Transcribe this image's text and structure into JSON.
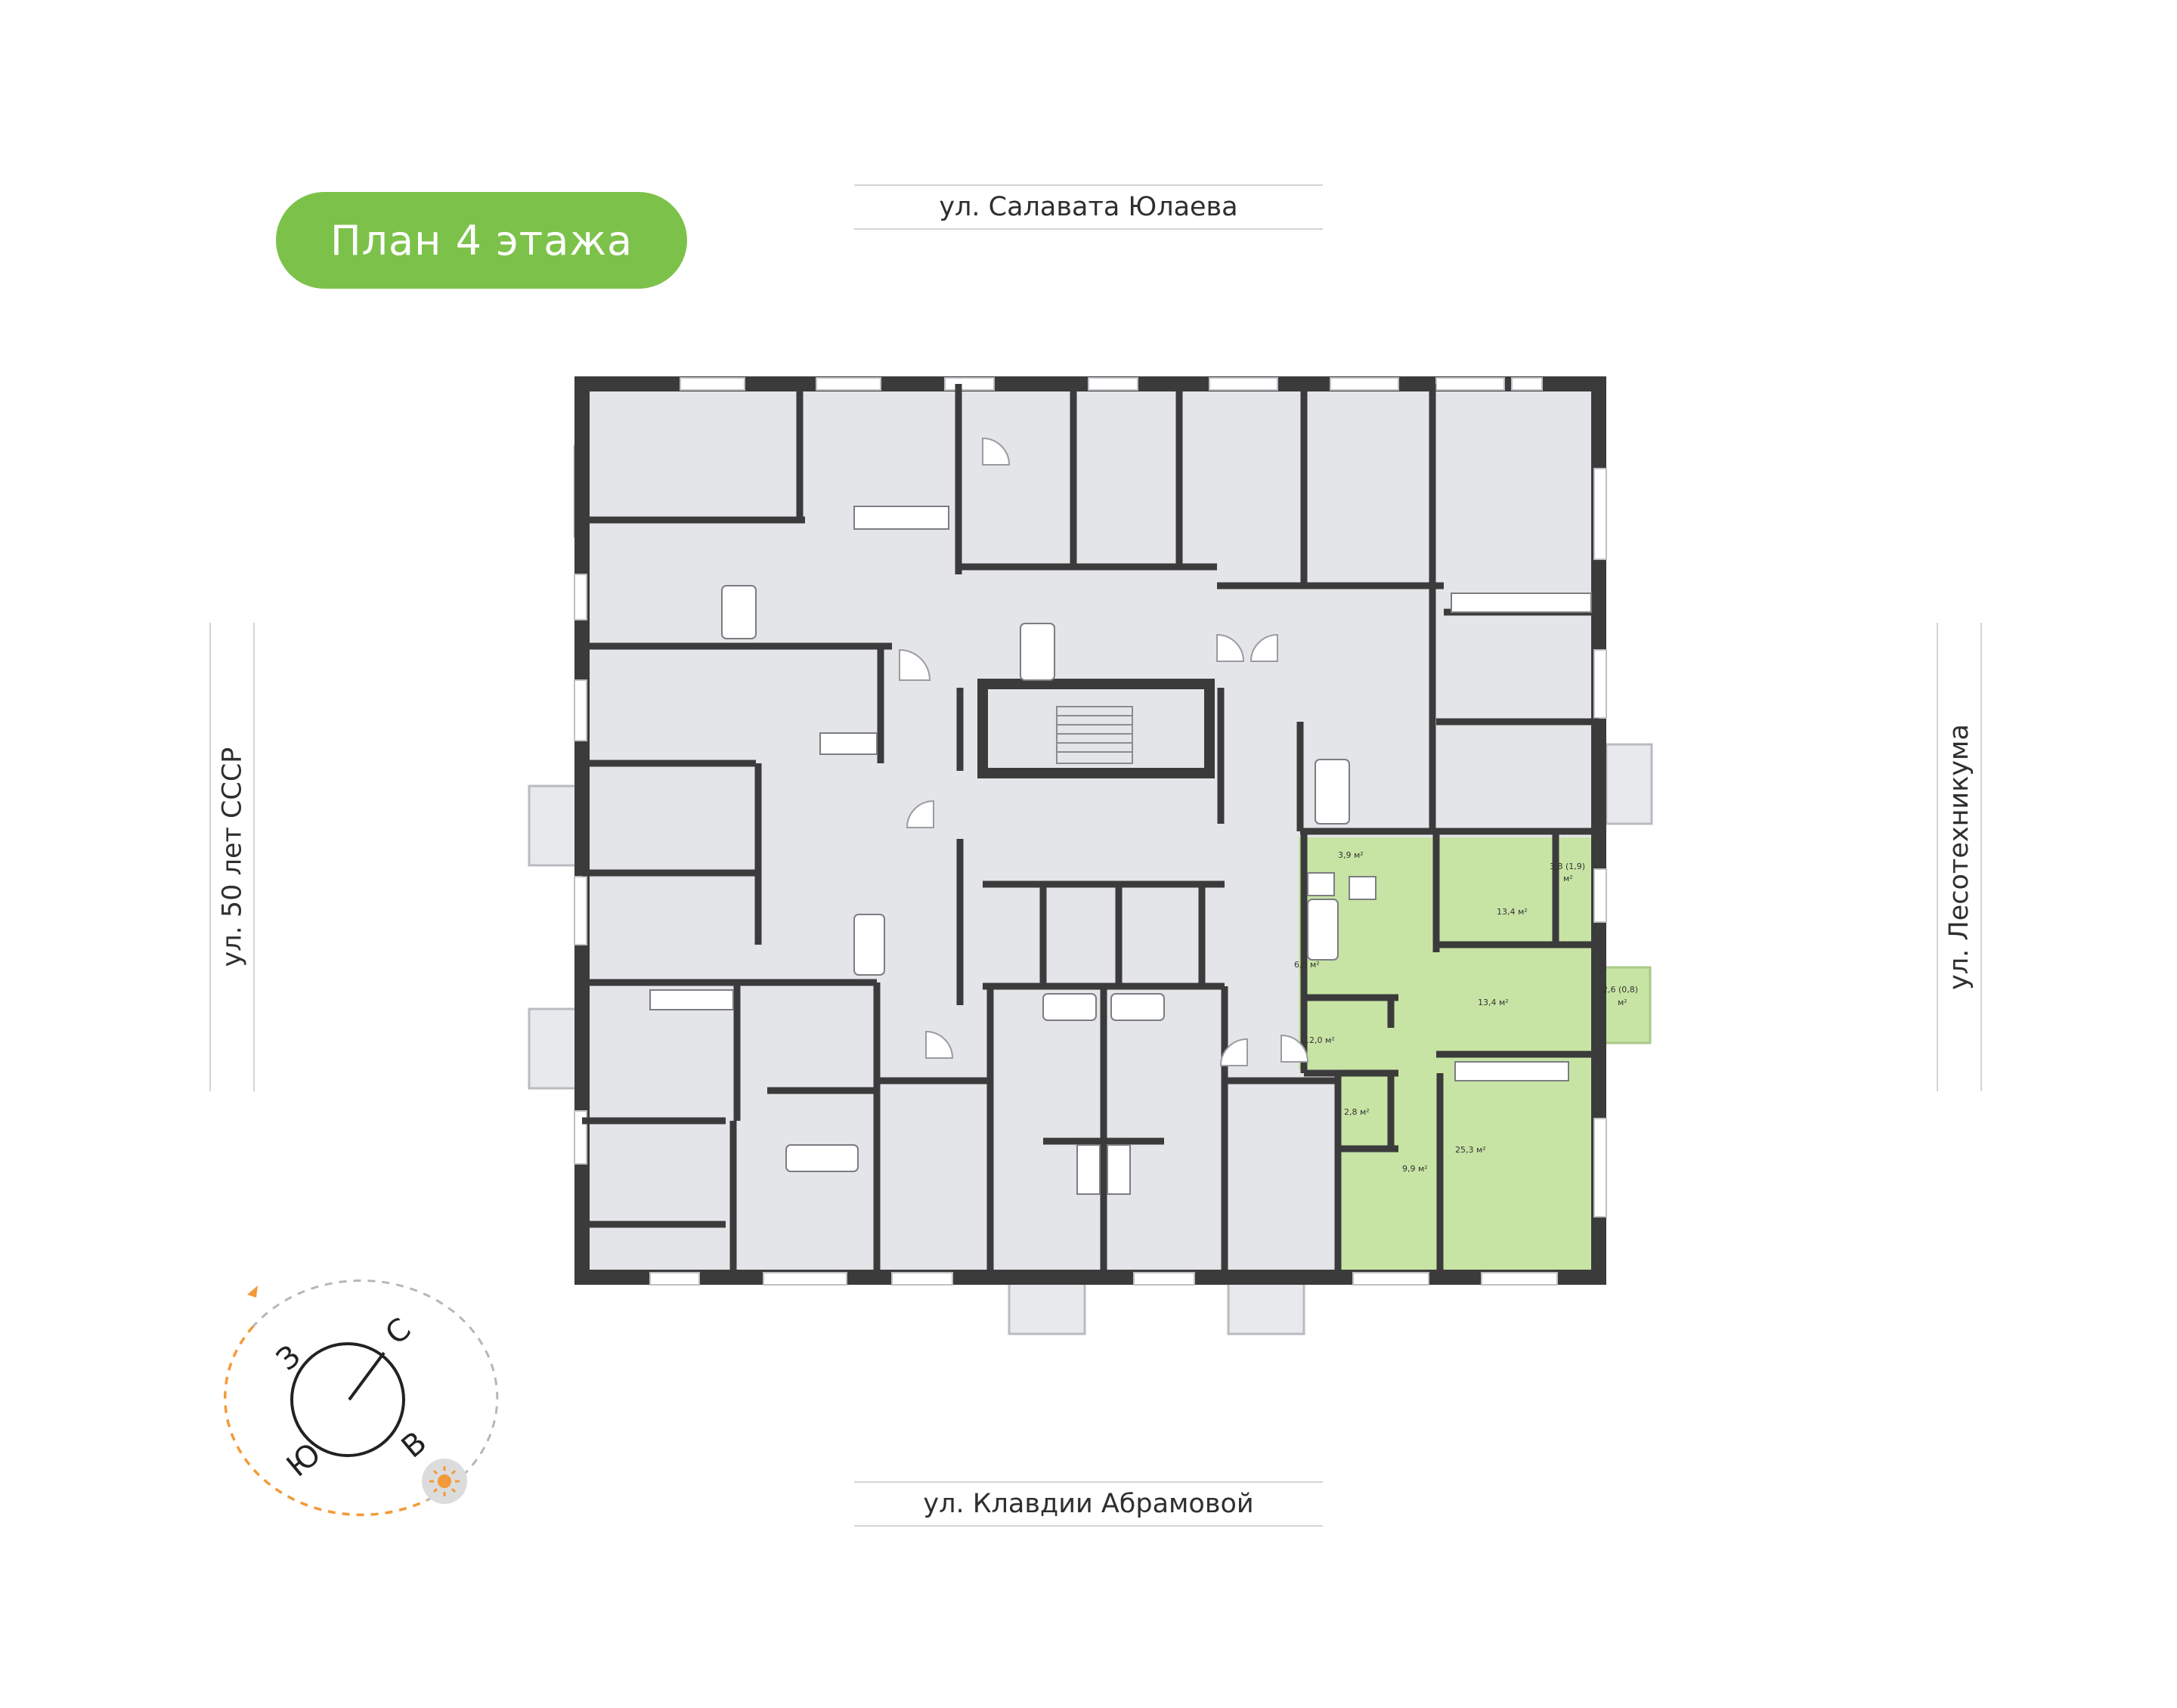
{
  "title": "План 4 этажа",
  "streets": {
    "north": "ул. Салавата Юлаева",
    "south": "ул. Клавдии Абрамовой",
    "west": "ул. 50 лет СССР",
    "east": "ул. Лесотехникума"
  },
  "apartment": {
    "highlight_color": "#c8e4a4",
    "rooms": [
      "3,9 м²",
      "3,8 (1,9)",
      "м²",
      "13,4 м²",
      "6,5 м²",
      "13,4 м²",
      "2,6 (0,8)",
      "м²",
      "12,0 м²",
      "2,8 м²",
      "25,3 м²",
      "9,9 м²"
    ]
  },
  "compass": {
    "north": "С",
    "east": "В",
    "south": "Ю",
    "west": "З",
    "sun_icon": "sun-icon",
    "path_color": "#f29a38"
  },
  "colors": {
    "accent": "#7cc24a",
    "wall": "#3b3b3b",
    "room": "#e4e5e8"
  }
}
